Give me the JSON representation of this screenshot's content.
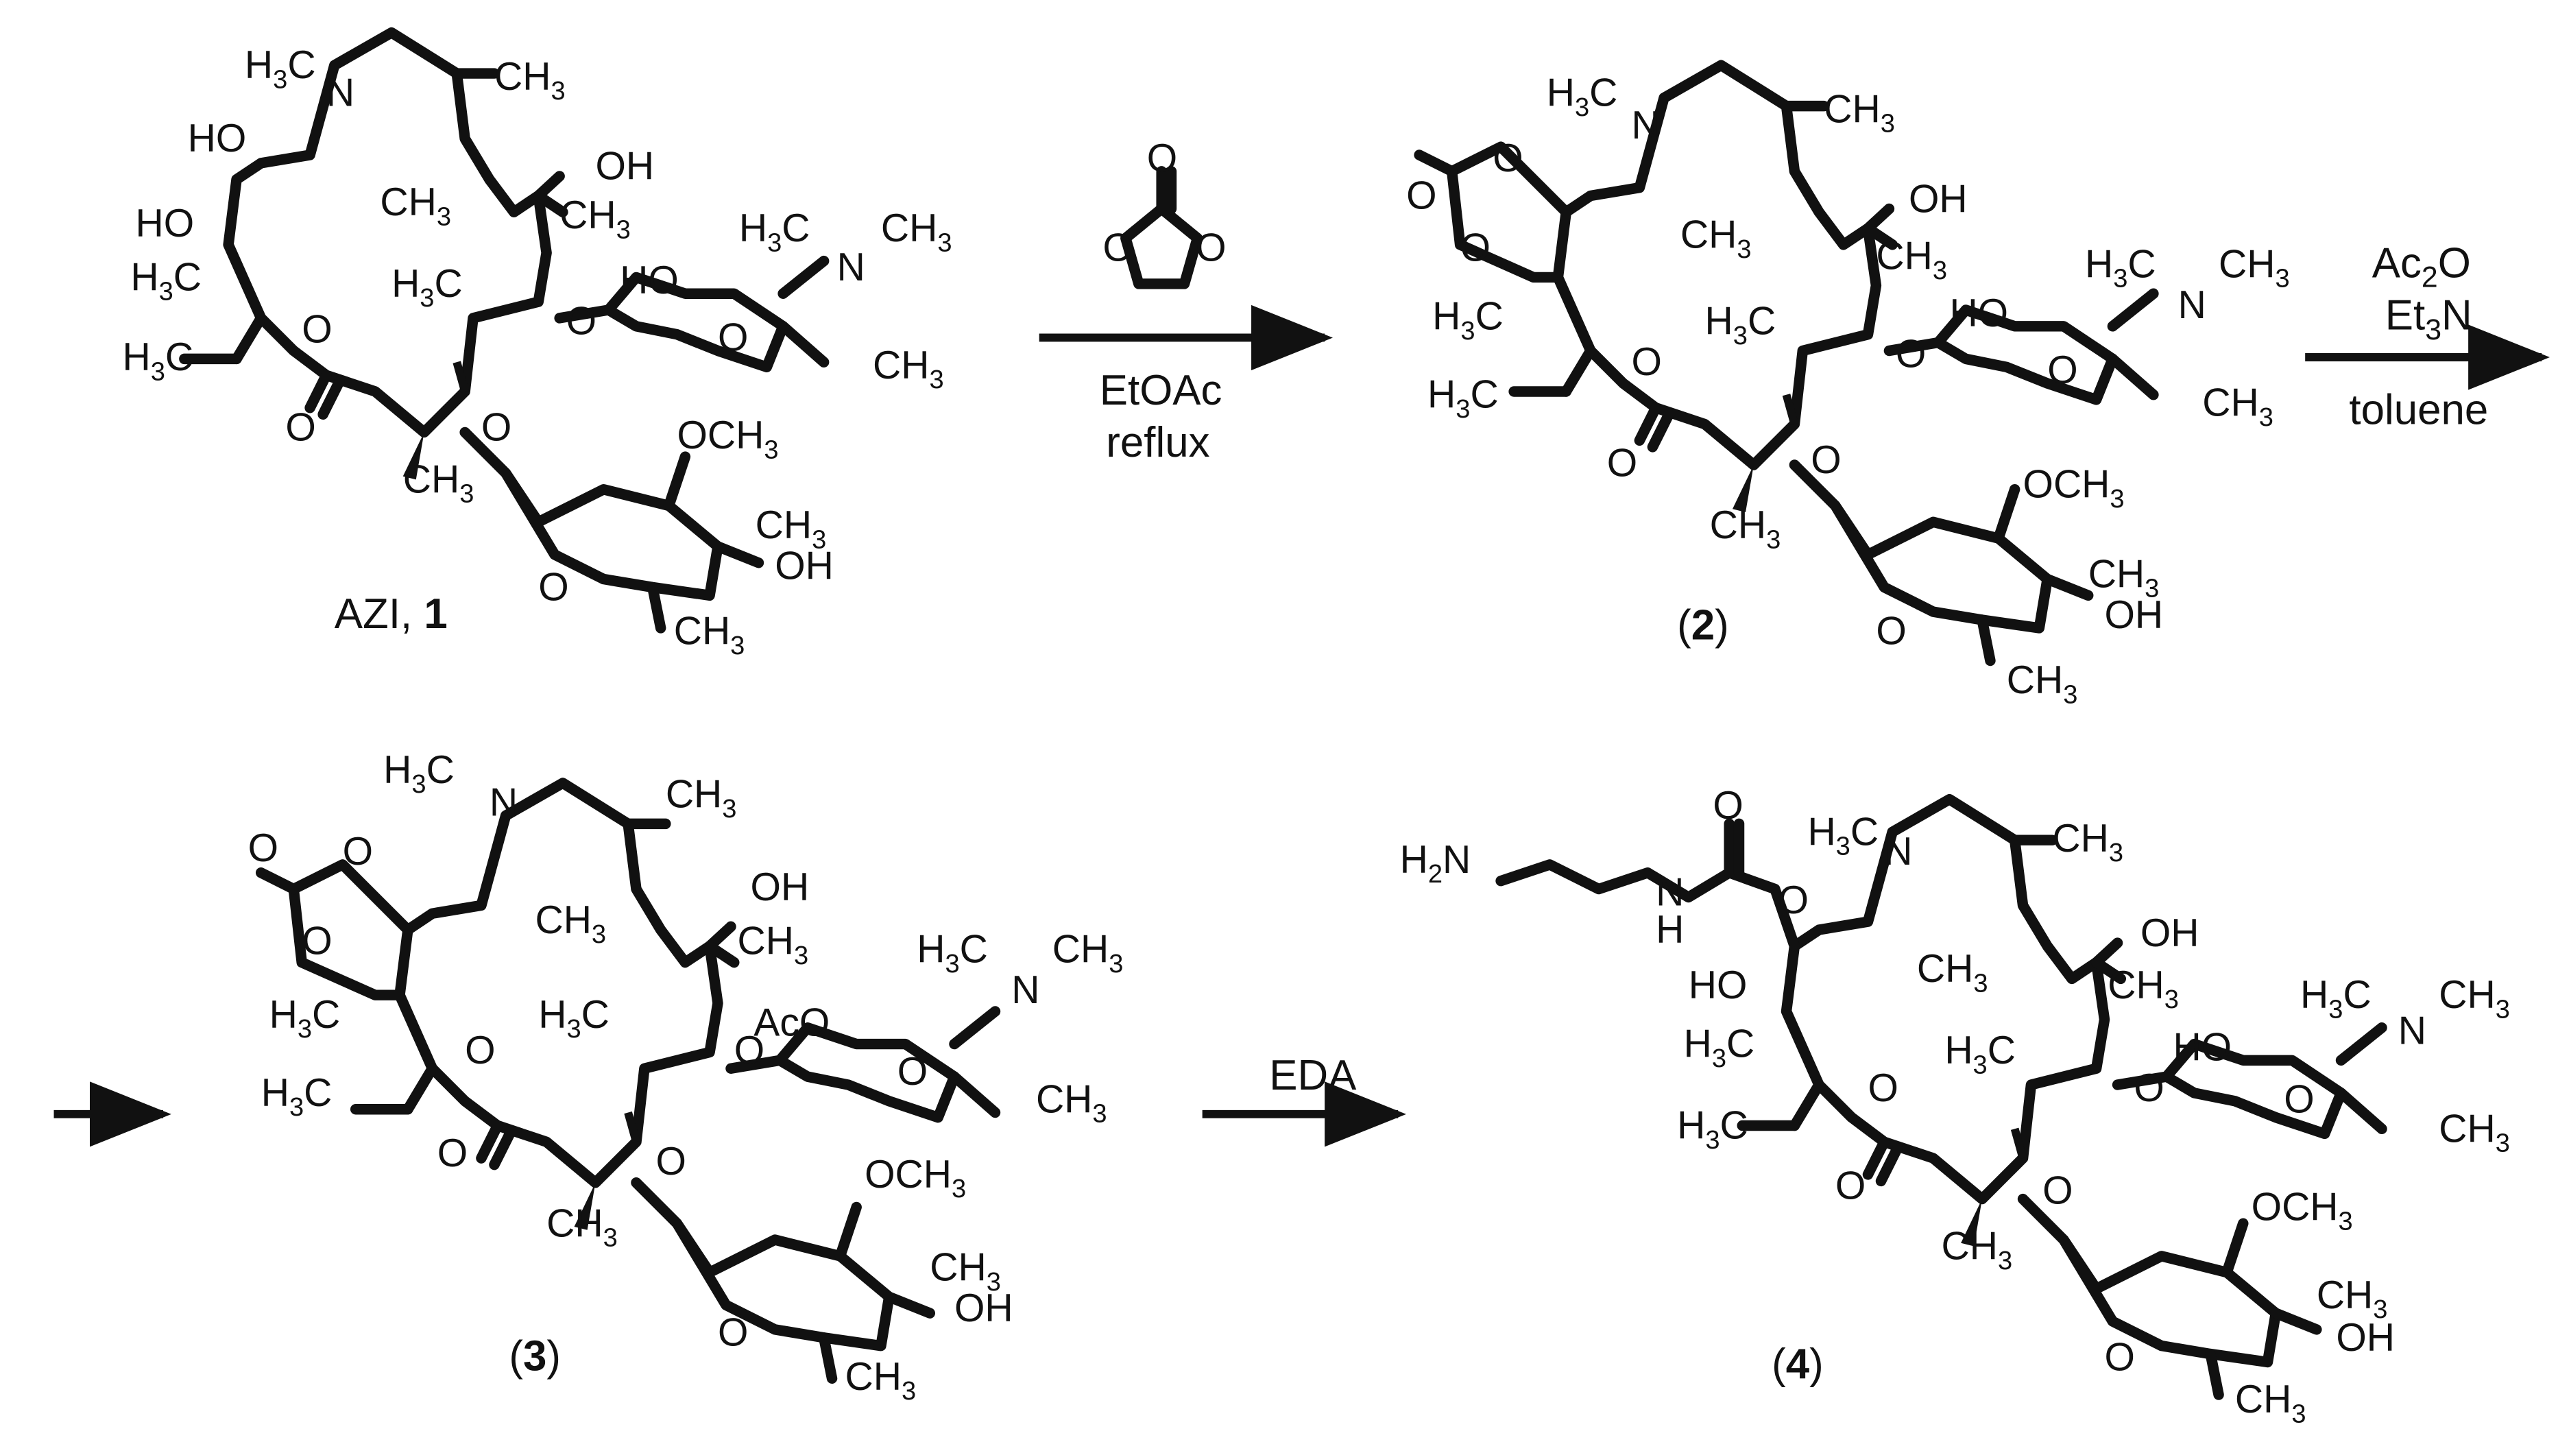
{
  "compounds": {
    "c1": {
      "label": "AZI, ",
      "number": "1"
    },
    "c2": {
      "label_open": "(",
      "number": "2",
      "label_close": ")"
    },
    "c3": {
      "label_open": "(",
      "number": "3",
      "label_close": ")"
    },
    "c4": {
      "label_open": "(",
      "number": "4",
      "label_close": ")"
    }
  },
  "reactions": {
    "step1": {
      "conditions": [
        "EtOAc",
        "reflux"
      ]
    },
    "step2": {
      "reagents": [
        "Ac",
        "2",
        "O",
        "Et",
        "3",
        "N",
        "toluene"
      ]
    },
    "step3": {
      "reagent": "EDA"
    }
  },
  "atoms": {
    "O": "O",
    "N": "N",
    "OH": "OH",
    "HO": "HO",
    "H": "H",
    "O_carbonyl": "O",
    "CH": "CH",
    "H3C_H": "H",
    "H3C_C": "C",
    "sub3": "3",
    "sub2": "2",
    "OCH": "OCH",
    "AcO": "AcO",
    "H2N_H": "H",
    "H2N_N": "N"
  }
}
